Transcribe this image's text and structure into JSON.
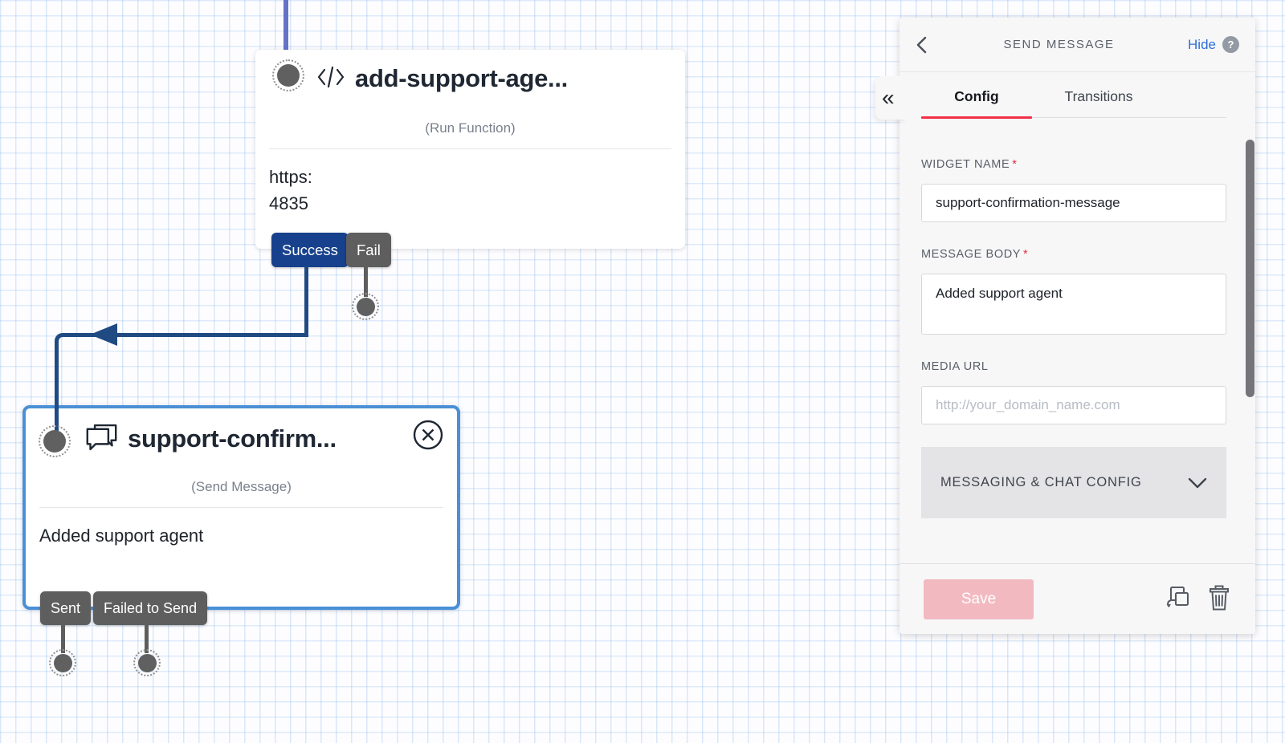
{
  "ui": {
    "required_mark": "*"
  },
  "icons": {
    "collapse": "«",
    "help": "?"
  },
  "colors": {
    "accent_red": "#f22f46",
    "success_blue": "#17418c",
    "connector_navy": "#1f4b82",
    "connector_indigo": "#6672c6",
    "selected_border_blue": "#4a90d6",
    "transition_gray": "#5e5e5e",
    "save_disabled_pink": "#f3b9c1",
    "hide_link_blue": "#2e6fd9"
  },
  "canvas": {
    "widgets": [
      {
        "title": "add-support-age...",
        "type_label": "(Run Function)",
        "body_lines": [
          "https:",
          "4835"
        ],
        "transitions": [
          {
            "label": "Success"
          },
          {
            "label": "Fail"
          }
        ]
      },
      {
        "title": "support-confirm...",
        "type_label": "(Send Message)",
        "body_lines": [
          "Added support agent"
        ],
        "transitions": [
          {
            "label": "Sent"
          },
          {
            "label": "Failed to Send"
          }
        ],
        "selected": true
      }
    ]
  },
  "panel": {
    "header": {
      "title": "SEND MESSAGE",
      "hide_label": "Hide"
    },
    "tabs": [
      {
        "label": "Config",
        "active": true
      },
      {
        "label": "Transitions",
        "active": false
      }
    ],
    "fields": {
      "widget_name": {
        "label": "WIDGET NAME",
        "required": true,
        "value": "support-confirmation-message"
      },
      "message_body": {
        "label": "MESSAGE BODY",
        "required": true,
        "value": "Added support agent"
      },
      "media_url": {
        "label": "MEDIA URL",
        "required": false,
        "placeholder": "http://your_domain_name.com"
      }
    },
    "sections": [
      {
        "label": "MESSAGING & CHAT CONFIG"
      }
    ],
    "footer": {
      "save_label": "Save"
    }
  }
}
